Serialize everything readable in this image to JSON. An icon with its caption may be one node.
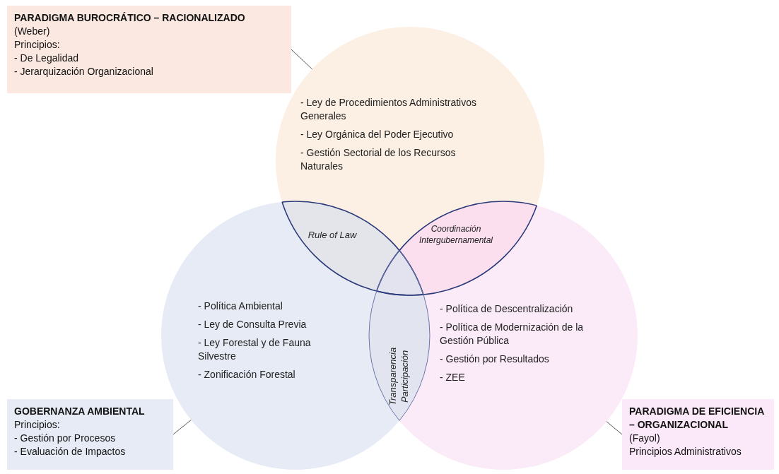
{
  "diagram": {
    "nodes": [
      {
        "text": [
          "PARADIGMA BUROCRÁTICO – RACIONALIZADO",
          "(Weber)",
          "Principios:",
          "- De Legalidad",
          "- Jerarquización Organizacional"
        ]
      },
      {
        "text": [
          "- Ley de Procedimientos Administrativos Generales",
          "- Ley Orgánica del Poder Ejecutivo",
          "- Gestión Sectorial de los Recursos Naturales"
        ]
      },
      {
        "text": [
          "- Política Ambiental",
          "- Ley de Consulta Previa",
          "- Ley Forestal y de Fauna Silvestre",
          "- Zonificación Forestal"
        ]
      },
      {
        "text": [
          "- Política de Descentralización",
          "- Política de Modernización de la Gestión Pública",
          "- Gestión por Resultados",
          "- ZEE"
        ]
      },
      {
        "text": [
          "Rule of Law"
        ]
      },
      {
        "text": [
          "Coordinación Intergubernamental"
        ]
      },
      {
        "text": [
          "Transparencia Participación"
        ]
      },
      {
        "text": [
          "GOBERNANZA AMBIENTAL",
          "Principios:",
          "- Gestión por Procesos",
          "- Evaluación de Impactos"
        ]
      },
      {
        "text": [
          "PARADIGMA DE EFICIENCIA – ORGANIZACIONAL",
          "(Fayol)",
          "Principios Administrativos"
        ]
      }
    ],
    "edges": [
      {
        "from": 0,
        "to": 1,
        "arrow": "none"
      },
      {
        "from": 7,
        "to": 2,
        "arrow": "none"
      },
      {
        "from": 8,
        "to": 3,
        "arrow": "none"
      }
    ]
  }
}
